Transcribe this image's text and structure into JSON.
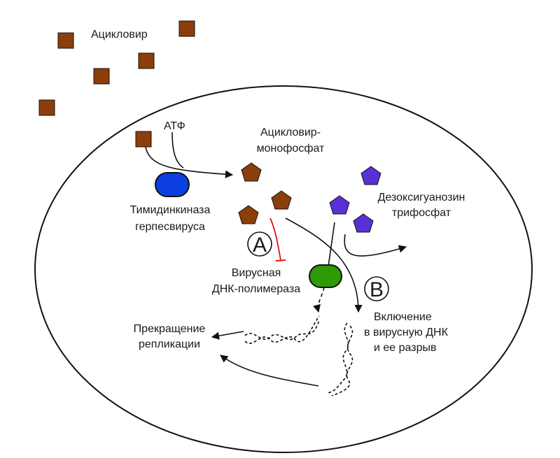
{
  "labels": {
    "acyclovir": "Ацикловир",
    "atp": "АТФ",
    "acyclovir_mono_1": "Ацикловир-",
    "acyclovir_mono_2": "монофосфат",
    "tk_1": "Тимидинкиназа",
    "tk_2": "герпесвируса",
    "dgtp_1": "Дезоксигуанозин",
    "dgtp_2": "трифосфат",
    "polymerase_1": "Вирусная",
    "polymerase_2": "ДНК-полимераза",
    "incorporation_1": "Включение",
    "incorporation_2": "в вирусную ДНК",
    "incorporation_3": "и ее разрыв",
    "termination_1": "Прекращение",
    "termination_2": "репликации",
    "mark_a": "A",
    "mark_b": "B"
  },
  "colors": {
    "acyclovir": "#8b3e0a",
    "thymidine_kinase": "#0b3fe0",
    "dgtp": "#5a2fd6",
    "polymerase": "#2e9a06",
    "inhibition": "#e01010",
    "outline": "#111111"
  },
  "icons": {
    "acyclovir": "square",
    "acyclovir_monophosphate": "pentagon",
    "dgtp": "pentagon",
    "enzyme": "rounded-capsule",
    "dna": "double-helix"
  }
}
